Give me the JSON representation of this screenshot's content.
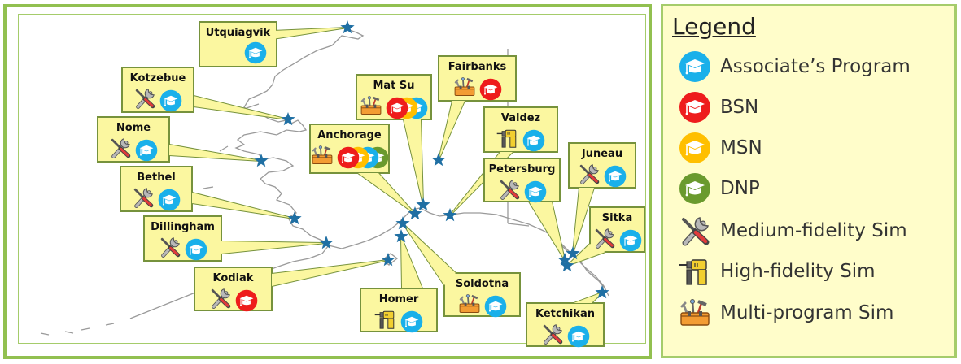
{
  "legend": {
    "title": "Legend",
    "items": [
      {
        "key": "associate",
        "label": "Associate’s Program",
        "icon": "graduation-cap-icon",
        "color": "#1ab0ea"
      },
      {
        "key": "bsn",
        "label": "BSN",
        "icon": "graduation-cap-icon",
        "color": "#ee1c1c"
      },
      {
        "key": "msn",
        "label": "MSN",
        "icon": "graduation-cap-icon",
        "color": "#ffbf00"
      },
      {
        "key": "dnp",
        "label": "DNP",
        "icon": "graduation-cap-icon",
        "color": "#6a9a2e"
      },
      {
        "key": "medium",
        "label": "Medium-fidelity Sim",
        "icon": "wrench-screwdriver-icon"
      },
      {
        "key": "high",
        "label": "High-fidelity Sim",
        "icon": "power-drill-icon"
      },
      {
        "key": "multi",
        "label": "Multi-program Sim",
        "icon": "toolbox-icon"
      }
    ]
  },
  "colors": {
    "panel_border": "#92c050",
    "callout_fill": "#fbf7a0",
    "callout_border": "#76923c",
    "star": "#1f6fa3",
    "map_outline": "#9a9a9a",
    "legend_bg": "#fffdca"
  },
  "locations": [
    {
      "name": "Utquiagvik",
      "sims": [],
      "programs": [
        "associate"
      ]
    },
    {
      "name": "Kotzebue",
      "sims": [
        "medium"
      ],
      "programs": [
        "associate"
      ]
    },
    {
      "name": "Nome",
      "sims": [
        "medium"
      ],
      "programs": [
        "associate"
      ]
    },
    {
      "name": "Bethel",
      "sims": [
        "medium"
      ],
      "programs": [
        "associate"
      ]
    },
    {
      "name": "Dillingham",
      "sims": [
        "medium"
      ],
      "programs": [
        "associate"
      ]
    },
    {
      "name": "Kodiak",
      "sims": [
        "medium"
      ],
      "programs": [
        "bsn"
      ]
    },
    {
      "name": "Anchorage",
      "sims": [
        "multi"
      ],
      "programs": [
        "bsn",
        "msn",
        "associate",
        "dnp"
      ]
    },
    {
      "name": "Mat Su",
      "sims": [
        "multi"
      ],
      "programs": [
        "bsn",
        "msn",
        "associate"
      ]
    },
    {
      "name": "Fairbanks",
      "sims": [
        "multi"
      ],
      "programs": [
        "bsn"
      ]
    },
    {
      "name": "Valdez",
      "sims": [
        "high"
      ],
      "programs": [
        "associate"
      ]
    },
    {
      "name": "Petersburg",
      "sims": [
        "medium"
      ],
      "programs": [
        "associate"
      ]
    },
    {
      "name": "Juneau",
      "sims": [
        "medium"
      ],
      "programs": [
        "associate"
      ]
    },
    {
      "name": "Sitka",
      "sims": [
        "medium"
      ],
      "programs": [
        "associate"
      ]
    },
    {
      "name": "Homer",
      "sims": [
        "high"
      ],
      "programs": [
        "associate"
      ]
    },
    {
      "name": "Soldotna",
      "sims": [
        "multi"
      ],
      "programs": [
        "associate"
      ]
    },
    {
      "name": "Ketchikan",
      "sims": [
        "medium"
      ],
      "programs": [
        "associate"
      ]
    }
  ]
}
